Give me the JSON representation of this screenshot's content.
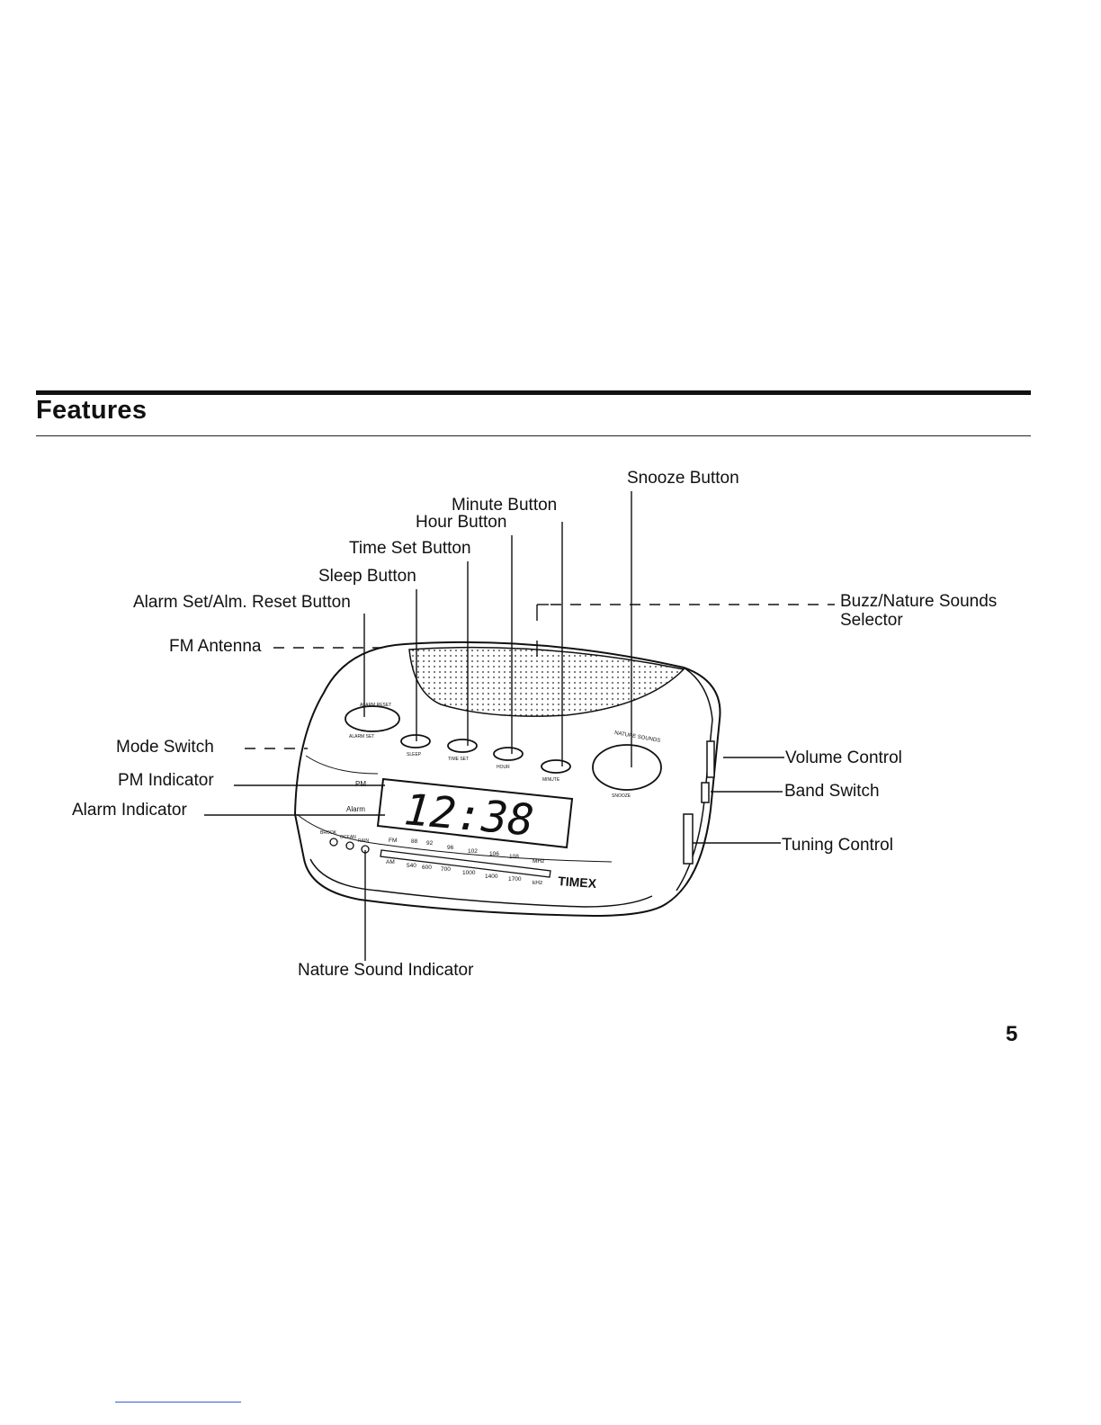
{
  "page": {
    "section_title": "Features",
    "page_number": "5"
  },
  "callouts": {
    "snooze_button": "Snooze Button",
    "minute_button": "Minute Button",
    "hour_button": "Hour Button",
    "time_set_button": "Time Set Button",
    "sleep_button": "Sleep Button",
    "alarm_set_button": "Alarm Set/Alm. Reset Button",
    "fm_antenna": "FM Antenna",
    "buzz_nature_line1": "Buzz/Nature Sounds",
    "buzz_nature_line2": "Selector",
    "mode_switch": "Mode Switch",
    "pm_indicator": "PM  Indicator",
    "alarm_indicator": "Alarm Indicator",
    "volume_control": "Volume Control",
    "band_switch": "Band Switch",
    "tuning_control": "Tuning Control",
    "nature_sound_indicator": "Nature Sound Indicator"
  },
  "device": {
    "display_time": "12:38",
    "brand": "TIMEX",
    "indicator_pm": "PM",
    "indicator_alarm": "Alarm",
    "button_alarm_reset": "ALARM RESET",
    "button_alarm_set": "ALARM SET",
    "button_sleep": "SLEEP",
    "button_time_set": "TIME SET",
    "button_hour": "HOUR",
    "button_minute": "MINUTE",
    "button_snooze": "SNOOZE",
    "nature_sounds_label": "NATURE SOUNDS",
    "nature_sound_1": "BROOK",
    "nature_sound_2": "OCEAN",
    "nature_sound_3": "RAIN",
    "fm_label": "FM",
    "fm_scale": [
      "88",
      "92",
      "96",
      "102",
      "106",
      "108",
      "MHz"
    ],
    "am_label": "AM",
    "am_scale": [
      "540",
      "600",
      "700",
      "1000",
      "1400",
      "1700",
      "kHz"
    ]
  }
}
